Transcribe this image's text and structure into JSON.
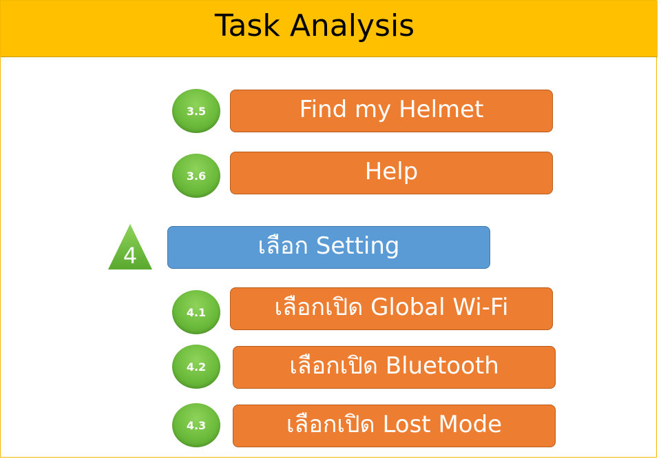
{
  "title": "Task Analysis",
  "colors": {
    "header": "#ffc000",
    "task_box": "#ed7d31",
    "main_step_box": "#5b9bd5",
    "step_marker": "#70ad47"
  },
  "steps": [
    {
      "number": "3.5",
      "label": "Find my Helmet"
    },
    {
      "number": "3.6",
      "label": "Help"
    },
    {
      "number": "4",
      "label": "เลือก Setting"
    },
    {
      "number": "4.1",
      "label": "เลือกเปิด Global Wi-Fi"
    },
    {
      "number": "4.2",
      "label": "เลือกเปิด Bluetooth"
    },
    {
      "number": "4.3",
      "label": "เลือกเปิด Lost Mode"
    }
  ]
}
